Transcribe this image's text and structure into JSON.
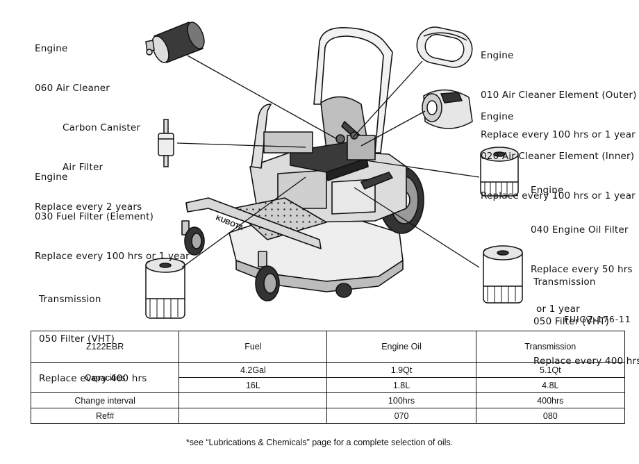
{
  "callouts": {
    "air_cleaner": {
      "lines": [
        "Engine",
        "060 Air Cleaner",
        "Carbon Canister",
        "Air Filter",
        "Replace every 2 years"
      ]
    },
    "element_outer": {
      "lines": [
        "Engine",
        "010 Air Cleaner Element (Outer)",
        "Replace every 100 hrs or 1 year"
      ]
    },
    "element_inner": {
      "lines": [
        "Engine",
        "020 Air Cleaner Element (Inner)",
        "Replace every 100 hrs or 1 year"
      ]
    },
    "fuel_filter": {
      "lines": [
        "Engine",
        "030 Fuel Filter (Element)",
        "Replace every 100 hrs or 1 year"
      ]
    },
    "oil_filter": {
      "lines": [
        "Engine",
        "040 Engine Oil Filter",
        "Replace every 50 hrs",
        "or 1 year"
      ]
    },
    "trans_filter_right": {
      "lines": [
        "Transmission",
        "050 Filter (VHT)",
        "Replace every 400 hrs"
      ]
    },
    "trans_filter_left": {
      "lines": [
        "Transmission",
        "050 Filter (VHT)",
        "Replace every 400 hrs"
      ]
    }
  },
  "mower": {
    "brand_text": "KUBOTA"
  },
  "figure_id": "FUIGZ-176-11",
  "table": {
    "model": "Z122EBR",
    "headers": [
      "Fuel",
      "Engine Oil",
      "Transmission"
    ],
    "capacities_label": "Capacities",
    "capacities_us": [
      "4.2Gal",
      "1.9Qt",
      "5.1Qt"
    ],
    "capacities_metric": [
      "16L",
      "1.8L",
      "4.8L"
    ],
    "change_interval_label": "Change interval",
    "change_interval": [
      "",
      "100hrs",
      "400hrs"
    ],
    "ref_label": "Ref#",
    "ref": [
      "",
      "070",
      "080"
    ]
  },
  "footnote": "*see “Lubrications & Chemicals” page for a complete selection of oils."
}
